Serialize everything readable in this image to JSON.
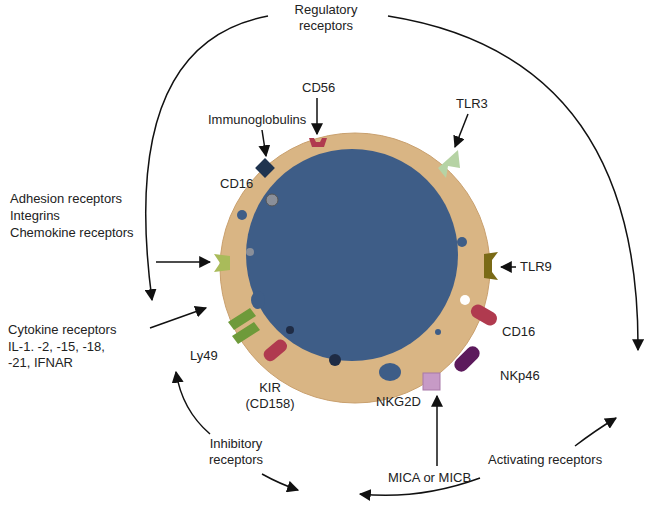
{
  "diagram": {
    "labels": [
      "Regulatory receptors",
      "CD56",
      "Immunoglobulins",
      "TLR3",
      "CD16",
      "Adhesion receptors",
      "Integrins",
      "Chemokine receptors",
      "TLR9",
      "Cytokine receptors",
      "IL-1. -2, -15, -18, -21, IFNAR",
      "CD16",
      "Ly49",
      "KIR (CD158)",
      "NKp46",
      "NKG2D",
      "Inhibitory receptors",
      "MICA or MICB",
      "Activating receptors"
    ]
  }
}
